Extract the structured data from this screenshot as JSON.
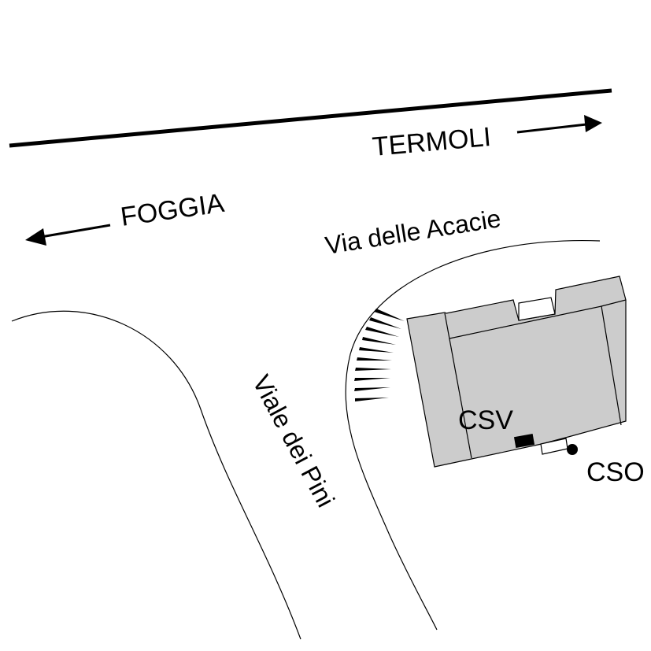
{
  "labels": {
    "termoli": "TERMOLI",
    "foggia": "FOGGIA",
    "via_delle_acacie": "Via delle Acacie",
    "viale_dei_pini": "Viale dei Pini",
    "csv": "CSV",
    "cso": "CSO"
  },
  "colors": {
    "building_fill": "#cccccc",
    "line": "#000000",
    "background": "#ffffff"
  },
  "icons": {
    "termoli_arrow": "arrow-right-icon",
    "foggia_arrow": "arrow-left-icon",
    "cso_marker": "dot-icon",
    "csv_marker": "square-icon"
  }
}
